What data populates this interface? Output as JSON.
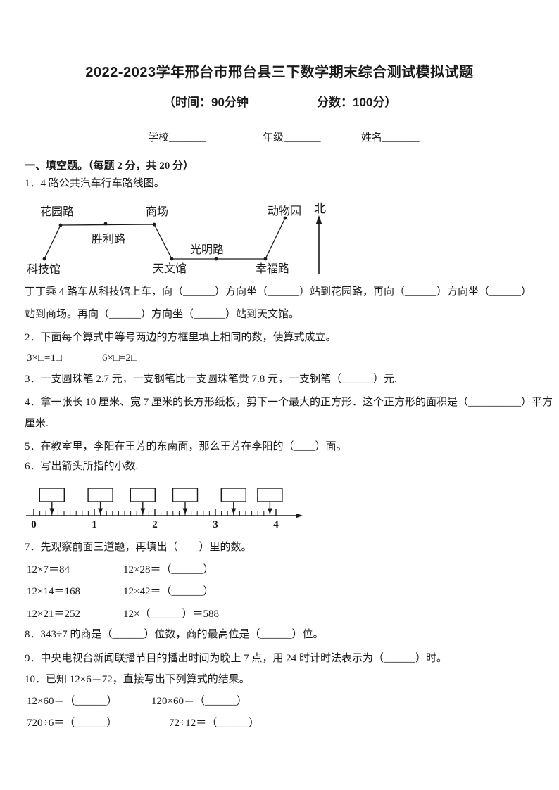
{
  "doc": {
    "title": "2022-2023学年邢台市邢台县三下数学期末综合测试模拟试题",
    "meta": {
      "time": "（时间：90分钟",
      "score": "分数：100分）"
    },
    "fields": {
      "school": "学校_______",
      "grade": "年级_______",
      "name": "姓名_______"
    }
  },
  "section": {
    "heading": "一、填空题。（每题 2 分，共 20 分）"
  },
  "items": {
    "q1": {
      "text": "1．4 路公共汽车行车路线图。",
      "map": {
        "north_label": "北",
        "stations": {
          "huayuan": "花园路",
          "shengli": "胜利路",
          "shangchang": "商场",
          "guangming": "光明路",
          "dongwuyuan": "动物园",
          "keji": "科技馆",
          "tianwen": "天文馆",
          "xingfu": "幸福路"
        }
      },
      "lines": [
        "丁丁乘 4 路车从科技馆上车，向（______）方向坐（______）站到花园路，再向（______）方向坐（______）",
        "站到商场。再向（______）方向坐（______）站到天文馆。"
      ]
    },
    "q2": {
      "text": "2．下面每个算式中等号两边的方框里填上相同的数，使算式成立。",
      "eq1": "3×□=1□",
      "eq2": "6×□=2□"
    },
    "q3": {
      "text": "3．一支圆珠笔 2.7 元，一支钢笔比一支圆珠笔贵 7.8 元，一支钢笔（______）元."
    },
    "q4": {
      "lines": [
        "4．拿一张长 10 厘米、宽 7 厘米的长方形纸板，剪下一个最大的正方形．这个正方形的面积是（__________）平方",
        "厘米."
      ]
    },
    "q5": {
      "text": "5．在教室里，李阳在王芳的东南面，那么王芳在李阳的（____）面。"
    },
    "q6": {
      "text": "6．写出箭头所指的小数.",
      "number_line": {
        "min": 0,
        "max": 4,
        "minor_step": 0.1,
        "tick_labels": [
          "0",
          "1",
          "2",
          "3",
          "4"
        ],
        "arrow_values": [
          0.3,
          1.1,
          1.8,
          2.5,
          3.3,
          3.9
        ]
      }
    },
    "q7": {
      "text": "7．先观察前面三道题，再填出（　　）里的数。",
      "rows": [
        [
          "12×7＝84",
          "12×28＝（______）"
        ],
        [
          "12×14＝168",
          "12×42＝（______）"
        ],
        [
          "12×21＝252",
          "12×（______）＝588"
        ]
      ]
    },
    "q8": {
      "text": "8．343÷7 的商是（______）位数，商的最高位是（______）位。"
    },
    "q9": {
      "text": "9．中央电视台新闻联播节目的播出时间为晚上 7 点，用 24 时计时法表示为（______）时。"
    },
    "q10": {
      "text": "10．已知 12×6＝72，直接写出下列算式的结果。",
      "rows": [
        [
          "12×60＝（______）",
          "120×60＝（______）"
        ],
        [
          "720÷6＝（______）",
          "72÷12＝（______）"
        ]
      ]
    }
  }
}
